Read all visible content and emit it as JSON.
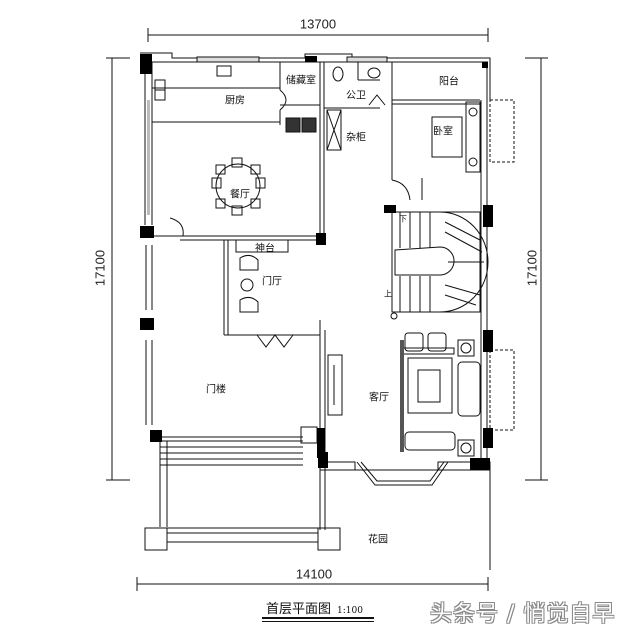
{
  "drawing": {
    "title": "首层平面图",
    "scale": "1:100",
    "watermark": "头条号 / 悄觉自早"
  },
  "dimensions": {
    "top_width": "13700",
    "bottom_width": "14100",
    "left_height": "17100",
    "right_height": "17100"
  },
  "rooms": {
    "kitchen": "厨房",
    "storage": "储藏室",
    "public_bath": "公卫",
    "balcony": "阳台",
    "closet": "杂柜",
    "bedroom": "卧室",
    "dining": "餐厅",
    "altar": "神台",
    "foyer": "门厅",
    "porch": "门楼",
    "living": "客厅",
    "garden": "花园"
  },
  "stairs": {
    "down": "下",
    "up": "上"
  },
  "colors": {
    "line": "#111111",
    "wall_fill": "#000000",
    "background": "#ffffff"
  }
}
